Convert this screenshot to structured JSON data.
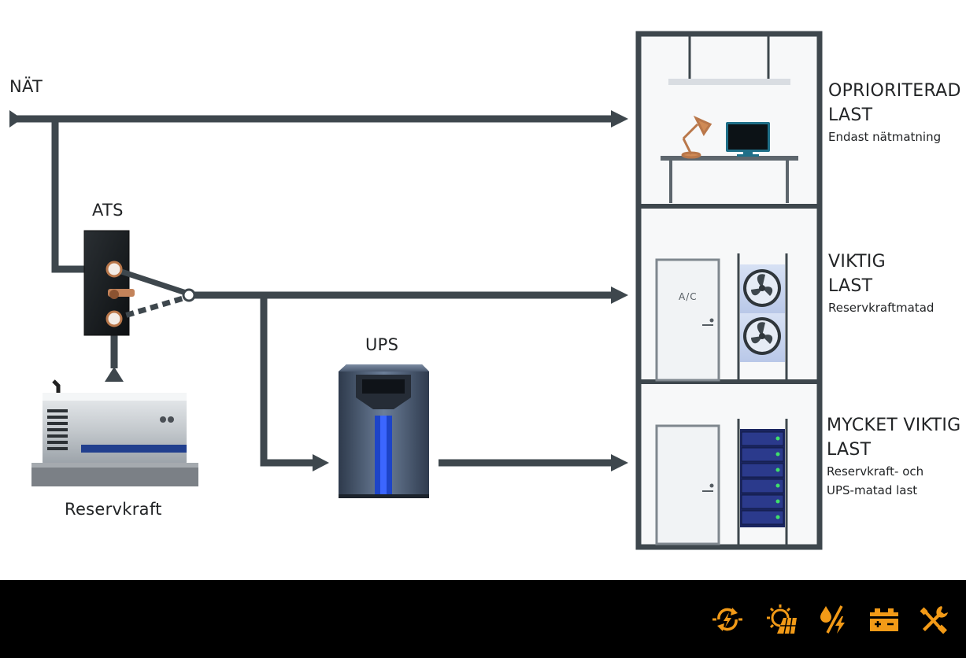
{
  "labels": {
    "grid": "NÄT",
    "ats": "ATS",
    "ups": "UPS",
    "generator": "Reservkraft"
  },
  "tiers": [
    {
      "title_line1": "OPRIORITERAD",
      "title_line2": "LAST",
      "subtitle_line1": "Endast nätmatning",
      "subtitle_line2": ""
    },
    {
      "title_line1": "VIKTIG",
      "title_line2": "LAST",
      "subtitle_line1": "Reservkraftmatad",
      "subtitle_line2": ""
    },
    {
      "title_line1": "MYCKET VIKTIG",
      "title_line2": "LAST",
      "subtitle_line1": "Reservkraft- och",
      "subtitle_line2": "UPS-matad last"
    }
  ],
  "door_label": "A/C",
  "toolbar": {
    "icons": [
      "power-cycle-icon",
      "solar-panel-icon",
      "fuel-electric-icon",
      "battery-icon",
      "tools-icon"
    ]
  },
  "colors": {
    "line": "#3e474d",
    "accent": "#f29a17",
    "ups_blue": "#1d44c8",
    "generator_blue": "#213f8e",
    "background": "#ffffff",
    "bar": "#000000"
  }
}
